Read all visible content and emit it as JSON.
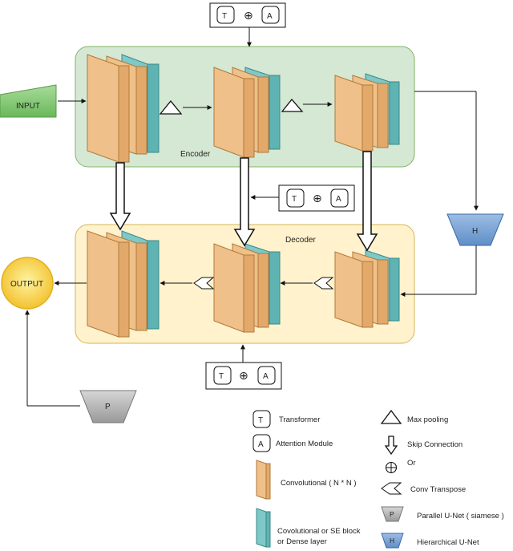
{
  "diagram": {
    "input_label": "INPUT",
    "output_label": "OUTPUT",
    "encoder_label": "Encoder",
    "decoder_label": "Decoder",
    "op_boxes": {
      "t_letter": "T",
      "or_symbol": "⊕",
      "a_letter": "A"
    },
    "hierarchical_letter": "H",
    "parallel_letter": "P"
  },
  "legend": {
    "transformer": {
      "letter": "T",
      "label": "Transformer"
    },
    "attention": {
      "letter": "A",
      "label": "Attention Module"
    },
    "convolutional": {
      "label": "Convolutional ( N * N )"
    },
    "se_block": {
      "line1": "Covolutional or SE block",
      "line2": "or Dense layer"
    },
    "max_pooling": {
      "label": "Max pooling"
    },
    "skip_connection": {
      "label": "Skip Connection"
    },
    "or": {
      "label": "Or"
    },
    "conv_transpose": {
      "label": "Conv Transpose"
    },
    "parallel_unet": {
      "letter": "P",
      "label": "Parallel U-Net ( siamese )"
    },
    "hierarchical_unet": {
      "letter": "H",
      "label": "Hierarchical U-Net"
    }
  },
  "colors": {
    "encoder_fill": "#d5e8d4",
    "encoder_stroke": "#82b366",
    "decoder_fill": "#fff2cc",
    "decoder_stroke": "#d6b656",
    "conv_fill": "#f0c08a",
    "conv_stroke": "#b07a3a",
    "se_fill": "#7ec8c8",
    "se_stroke": "#3a8a8a",
    "input_fill": "#8fcf80",
    "output_fill": "#ffd54a",
    "h_fill": "#7fa7d6",
    "p_fill": "#b8b8b8"
  }
}
